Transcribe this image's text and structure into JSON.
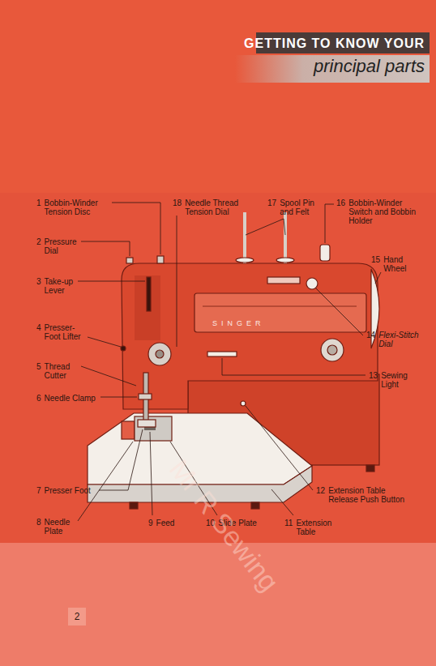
{
  "diagram": {
    "title": "GETTING TO KNOW YOUR principal parts",
    "labels": [
      "1",
      "Bobbin-Winder Tension Disc",
      "2",
      "Pressure Dial",
      "3",
      "Take-up Lever",
      "4",
      "Presser-Foot Lifter",
      "5",
      "Thread Cutter",
      "6",
      "Needle Clamp",
      "7",
      "Presser Foot",
      "8",
      "Needle Plate",
      "9",
      "Feed",
      "10",
      "Slide Plate",
      "11",
      "Extension Table",
      "12",
      "Extension Table Release Push Button",
      "13",
      "Sewing Light",
      "14",
      "Flexi-Stitch Dial",
      "15",
      "Hand Wheel",
      "16",
      "Bobbin-Winder Switch and Bobbin Holder",
      "17",
      "Spool Pin and Felt",
      "18",
      "Needle Thread Tension Dial",
      "SINGER",
      "2",
      "Mr R Sewing"
    ]
  }
}
